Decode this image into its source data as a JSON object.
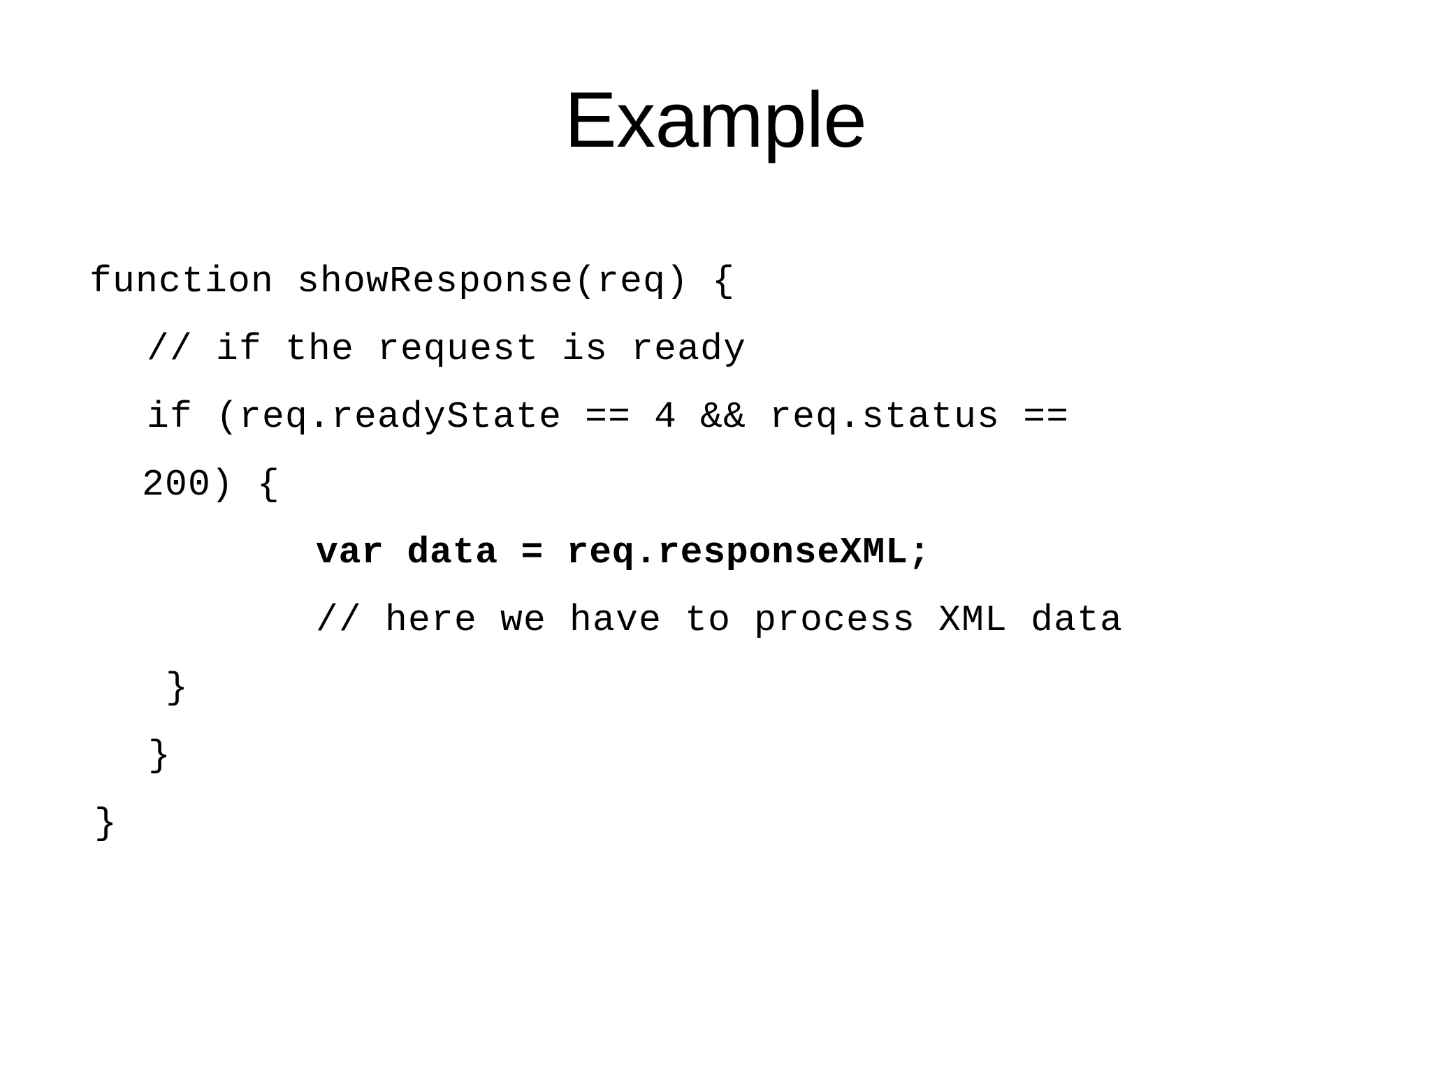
{
  "slide": {
    "title": "Example",
    "background_color": "#ffffff",
    "text_color": "#000000"
  },
  "code": {
    "language": "javascript",
    "lines": [
      {
        "text": "function showResponse(req) {",
        "indent": "ind-0",
        "bold": false
      },
      {
        "text": "// if the request is ready",
        "indent": "ind-1",
        "bold": false
      },
      {
        "text": "if (req.readyState == 4 && req.status ==",
        "indent": "ind-1",
        "bold": false
      },
      {
        "text": "200) {",
        "indent": "ind-1w",
        "bold": false
      },
      {
        "text": "var data = req.responseXML;",
        "indent": "ind-2",
        "bold": true
      },
      {
        "text": "// here we have to process XML data",
        "indent": "ind-2",
        "bold": false
      },
      {
        "text": "}",
        "indent": "ind-c1",
        "bold": false
      },
      {
        "text": "}",
        "indent": "ind-c2",
        "bold": false
      },
      {
        "text": "}",
        "indent": "ind-c3",
        "bold": false
      }
    ]
  }
}
